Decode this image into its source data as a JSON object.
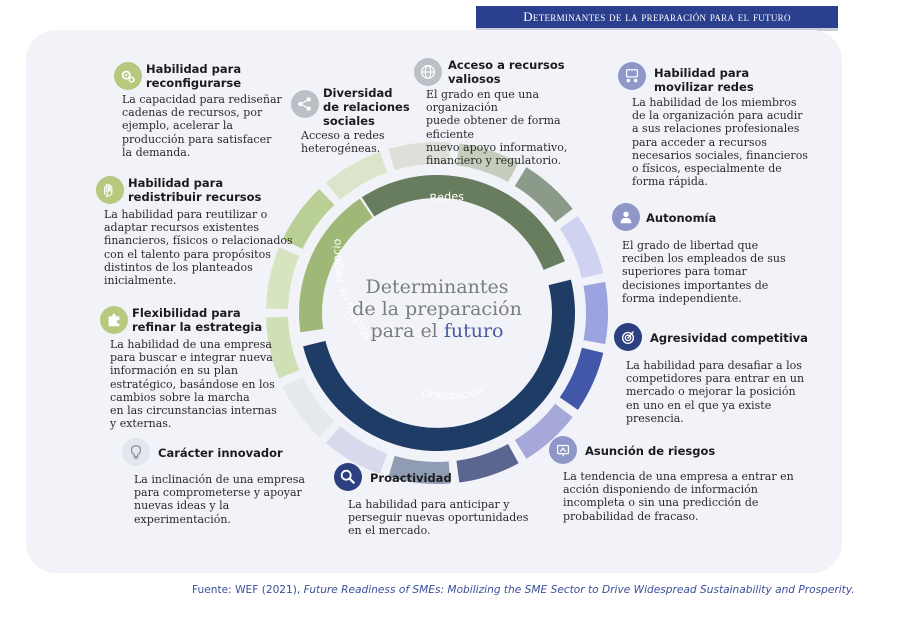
{
  "banner_title": "Determinantes de la preparación para el futuro",
  "center": {
    "line1": "Determinantes",
    "line2": "de la preparación",
    "line3_prefix": "para el ",
    "line3_highlight": "futuro"
  },
  "arcs": {
    "redes": "Redes",
    "modelo": "Modelo de negocio",
    "orientacion": "Orientación"
  },
  "items": {
    "reconfigurarse": {
      "icon": "gears-icon",
      "title": [
        "Habilidad para",
        "reconfigurarse"
      ],
      "desc": [
        "La capacidad para rediseñar",
        "cadenas de recursos, por",
        "ejemplo, acelerar la",
        "producción para satisfacer",
        "la demanda."
      ]
    },
    "diversidad": {
      "icon": "share-icon",
      "title": [
        "Diversidad",
        "de relaciones",
        "sociales"
      ],
      "desc": [
        "Acceso a redes",
        "heterogéneas."
      ]
    },
    "acceso": {
      "icon": "globe-icon",
      "title": [
        "Acceso a recursos",
        "valiosos"
      ],
      "desc": [
        "El grado en que una organización",
        "puede obtener de forma eficiente",
        "nuevo apoyo informativo,",
        "financiero y regulatorio."
      ]
    },
    "movilizar": {
      "icon": "network-people-icon",
      "title": [
        "Habilidad para",
        "movilizar redes"
      ],
      "desc": [
        "La habilidad de los miembros",
        "de la organización para acudir",
        "a sus relaciones profesionales",
        "para acceder a recursos",
        "necesarios sociales, financieros",
        "o físicos, especialmente de",
        "forma rápida."
      ]
    },
    "redistribuir": {
      "icon": "hands-icon",
      "title": [
        "Habilidad para",
        "redistribuir recursos"
      ],
      "desc": [
        "La habilidad para reutilizar o",
        "adaptar recursos existentes",
        "financieros, físicos o relacionados",
        "con el talento para propósitos",
        "distintos de los planteados",
        "inicialmente."
      ]
    },
    "autonomia": {
      "icon": "person-icon",
      "title": [
        "Autonomía"
      ],
      "desc": [
        "El grado de libertad que",
        "reciben los empleados de sus",
        "superiores para tomar",
        "decisiones importantes de",
        "forma independiente."
      ]
    },
    "flexibilidad": {
      "icon": "puzzle-icon",
      "title": [
        "Flexibilidad para",
        "refinar la estrategia"
      ],
      "desc": [
        "La habilidad de una empresa",
        "para buscar e integrar nueva",
        "información en su plan",
        "estratégico, basándose en los",
        "cambios sobre la marcha",
        "en las circunstancias internas",
        "y externas."
      ]
    },
    "agresividad": {
      "icon": "target-icon",
      "title": [
        "Agresividad competitiva"
      ],
      "desc": [
        "La habilidad para desafiar a los",
        "competidores para entrar en un",
        "mercado o mejorar la posición",
        "en uno en el que ya existe",
        "presencia."
      ]
    },
    "innovador": {
      "icon": "lightbulb-icon",
      "title": [
        "Carácter innovador"
      ],
      "desc": [
        "La inclinación de una empresa",
        "para comprometerse y apoyar",
        "nuevas ideas y la",
        "experimentación."
      ]
    },
    "proactividad": {
      "icon": "magnifier-icon",
      "title": [
        "Proactividad"
      ],
      "desc": [
        "La habilidad para anticipar y",
        "perseguir nuevas oportunidades",
        "en el mercado."
      ]
    },
    "riesgos": {
      "icon": "risk-icon",
      "title": [
        "Asunción de riesgos"
      ],
      "desc": [
        "La tendencia de una empresa a entrar en",
        "acción disponiendo de información",
        "incompleta o sin una predicción de",
        "probabilidad de fracaso."
      ]
    }
  },
  "source": {
    "prefix": "Fuente: WEF (2021), ",
    "title": "Future Readiness of SMEs: Mobilizing the SME Sector to Drive Widespread Sustainability and Prosperity."
  }
}
